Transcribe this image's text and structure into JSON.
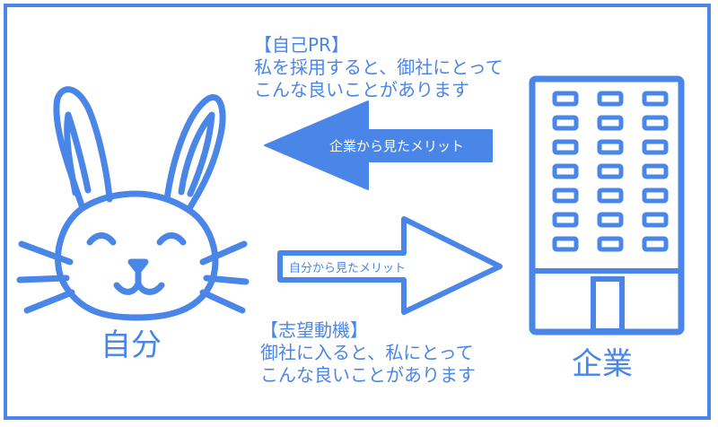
{
  "self_pr": {
    "title": "【自己PR】",
    "line1": "私を採用すると、御社にとって",
    "line2": "こんな良いことがあります"
  },
  "motivation": {
    "title": "【志望動機】",
    "line1": "御社に入ると、私にとって",
    "line2": "こんな良いことがあります"
  },
  "arrows": {
    "company_merit": "企業から見たメリット",
    "self_merit": "自分から見たメリット"
  },
  "labels": {
    "self": "自分",
    "company": "企業"
  },
  "icons": {
    "self": "rabbit-face-icon",
    "company": "office-building-icon"
  },
  "colors": {
    "accent": "#4a86e8",
    "background": "#ffffff"
  }
}
